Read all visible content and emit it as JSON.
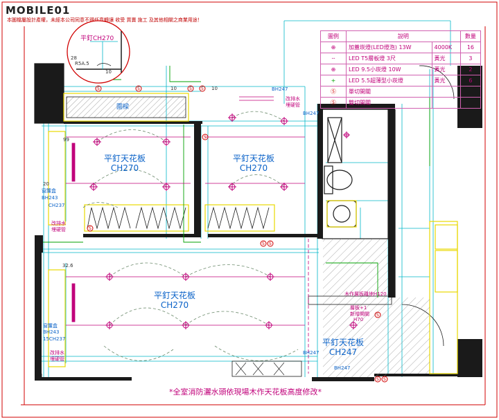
{
  "header": {
    "logo": "MOBILE01",
    "notice": "本圖檔屬設計產權，未經本公司同意不得任意轉讓 收受 買賣 施工 及其他相關之商業用途！"
  },
  "legend": {
    "headers": [
      "圖例",
      "說明",
      "數量"
    ],
    "rows": [
      {
        "symbol": "recessed-downlight-icon",
        "desc": "加蓋崁燈(LED燈泡) 13W",
        "spec": "4000K",
        "qty": "16"
      },
      {
        "symbol": "t5-tube-icon",
        "desc": "LED T5層板燈  3尺",
        "spec": "黃光",
        "qty": "3"
      },
      {
        "symbol": "small-downlight-icon",
        "desc": "LED 9.5小崁燈 10W",
        "spec": "黃光",
        "qty": "2"
      },
      {
        "symbol": "ultra-thin-downlight-icon",
        "desc": "LED 5.5超薄型小崁燈",
        "spec": "黃光",
        "qty": "6"
      },
      {
        "symbol": "single-switch-icon",
        "desc": "單切開關",
        "spec": "",
        "qty": ""
      },
      {
        "symbol": "double-switch-icon",
        "desc": "雙切開關",
        "spec": "",
        "qty": ""
      }
    ]
  },
  "rooms": {
    "room1": {
      "name": "平釘天花板",
      "height": "CH270"
    },
    "room2": {
      "name": "平釘天花板",
      "height": "CH270"
    },
    "room3": {
      "name": "平釘天花板",
      "height": "CH270"
    },
    "room4": {
      "name": "平釘天花板",
      "height": "CH247"
    }
  },
  "detail": {
    "label": "平釘CH270",
    "dim1": "28",
    "dim2": "R5A.5",
    "dim3": "10"
  },
  "labels": {
    "beam": "圍樑",
    "dim_10a": "10",
    "dim_10b": "10",
    "bh247_top": "BH247",
    "bh247_mid": "BH247",
    "modify_pipe_1": "改排水",
    "modify_pipe_1b": "埋硬管",
    "dim_99": "99",
    "dim_20": "20",
    "curtain_box_1": "窗簾盒",
    "bh243_1": "BH243",
    "ch237_1": "CH237",
    "modify_pipe_2": "改排水",
    "modify_pipe_2b": "埋硬管",
    "dim_32_6": "32.6",
    "curtain_box_2": "窗簾盒",
    "bh243_2": "BH243",
    "ch237_2": "15CH237",
    "modify_pipe_3": "改排水",
    "modify_pipe_3b": "埋硬管",
    "wood_shelf": "木作層板離地H120",
    "unit_note_1": "層板+1",
    "unit_note_2": "新增開關",
    "unit_note_3": "H70",
    "bh247_low1": "BH247",
    "bh247_low2": "BH247"
  },
  "footnote": "*全室消防灑水頭依現場木作天花板高度修改*",
  "colors": {
    "wall": "#1a1a1a",
    "cyan": "#00b8c8",
    "green": "#00a000",
    "magenta": "#c0007a",
    "yellow": "#e8d800",
    "red": "#d00000",
    "blue": "#0a62c8"
  }
}
